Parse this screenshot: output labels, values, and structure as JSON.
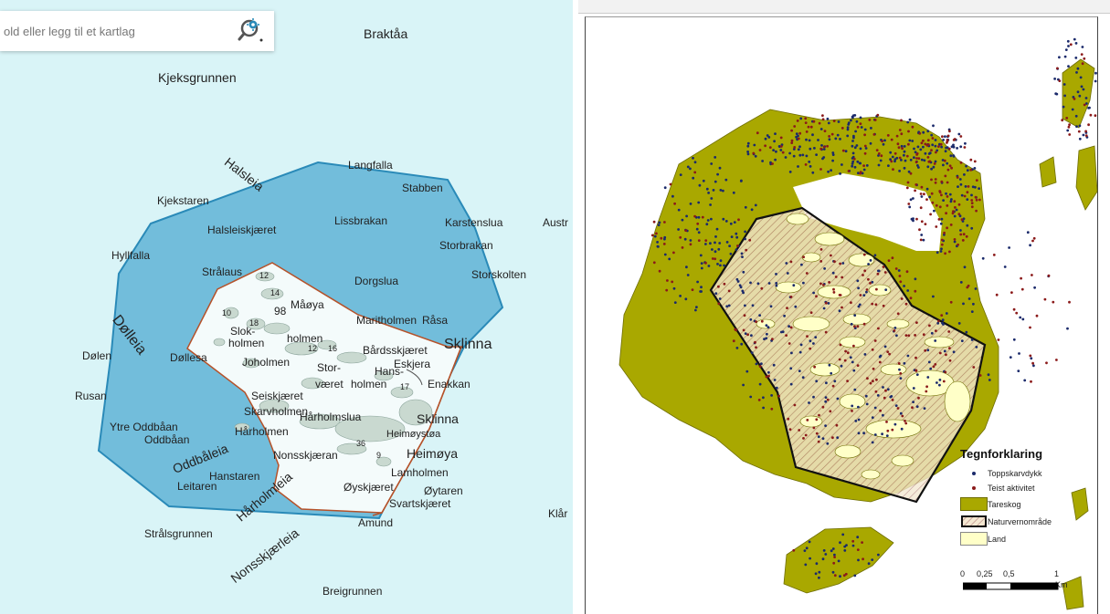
{
  "search": {
    "placeholder": "old eller legg til et kartlag"
  },
  "icons": {
    "search_tool": "map-search-gear-icon"
  },
  "colors": {
    "buffer_zone": "#5fb3d6",
    "reserve_fill": "#ffffff",
    "boundary_line": "#b5522a",
    "sea": "#d9f4f7",
    "kelp": "#a9a800",
    "land": "#ffffc8",
    "dot_blue": "#1b2a6b",
    "dot_red": "#8b1a1a"
  },
  "left_map": {
    "labels": {
      "braktaa": "Braktåa",
      "kjeksgrunnen": "Kjeksgrunnen",
      "halsleia": "Halsleia",
      "langfalla": "Langfalla",
      "kjekstaren": "Kjekstaren",
      "stabben": "Stabben",
      "halsleiskjaeret": "Halsleiskjæret",
      "lissbrakan": "Lissbrakan",
      "karstenslua": "Karstenslua",
      "austr": "Austr",
      "storbrakan": "Storbrakan",
      "hyllfalla": "Hyllfalla",
      "stralaus": "Strålaus",
      "dorgslua": "Dorgslua",
      "storskolten": "Storskolten",
      "maaoya": "Måøya",
      "n98": "98",
      "maritholmen": "Maritholmen",
      "raasa": "Råsa",
      "dolleia": "Dølleia",
      "slok": "Slok-",
      "holmen_a": "holmen",
      "mastholmen": "holmen",
      "sklinna_big": "Sklinna",
      "dolen": "Dølen",
      "dollesa": "Døllesa",
      "joholmen": "Joholmen",
      "bardsskjaeret": "Bårdsskjæret",
      "eskjera": "Eskjera",
      "stor": "Stor-",
      "hans": "Hans-",
      "vaeret": "været",
      "holmen_b": "holmen",
      "enakkan": "Enakkan",
      "rusan": "Rusan",
      "seiskjaeret": "Seiskjæret",
      "skarvholmen": "Skarvholmen",
      "harholmslua": "Hårholmslua",
      "sklinna": "Sklinna",
      "ytre_oddbaan": "Ytre Oddbåan",
      "harholmen": "Hårholmen",
      "heimoystoa": "Heimøystøa",
      "oddbaan": "Oddbåan",
      "heimoya": "Heimøya",
      "oddbaleia": "Oddbåleia",
      "nonsskjaeran": "Nonsskjæran",
      "lamholmen": "Lamholmen",
      "hanstaren": "Hanstaren",
      "leitaren": "Leitaren",
      "oyskjaeret": "Øyskjæret",
      "oytaren": "Øytaren",
      "harholmleia": "Hårholmleia",
      "svartskjaeret": "Svartskjæret",
      "klar": "Klår",
      "amund": "Amund",
      "stralsgrunnen": "Strålsgrunnen",
      "nonsskjaerleia": "Nonsskjærleia",
      "breigrunnen": "Breigrunnen"
    },
    "depths": {
      "d12a": "12",
      "d14": "14",
      "d10": "10",
      "d18": "18",
      "d12b": "12",
      "d16": "16",
      "d17": "17",
      "d36": "36",
      "d9": "9"
    }
  },
  "legend": {
    "title": "Tegnforklaring",
    "items": [
      {
        "label": "Toppskarvdykk",
        "symbol": "dot-blue-icon"
      },
      {
        "label": "Teist aktivitet",
        "symbol": "dot-red-icon"
      },
      {
        "label": "Tareskog",
        "symbol": "kelp-swatch-icon"
      },
      {
        "label": "Naturvernområde",
        "symbol": "hatched-swatch-icon"
      },
      {
        "label": "Land",
        "symbol": "land-swatch-icon"
      }
    ]
  },
  "scale": {
    "t0": "0",
    "t1": "0,25",
    "t2": "0,5",
    "t3": "1",
    "unit": "Km"
  }
}
